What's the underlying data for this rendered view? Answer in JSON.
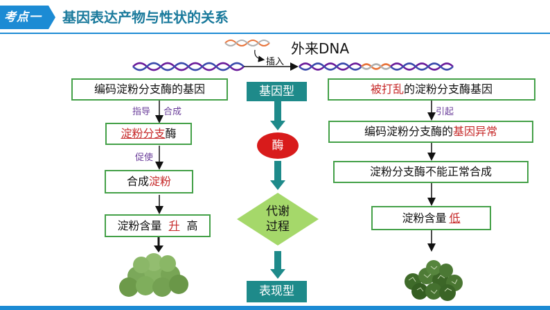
{
  "header": {
    "badge": "考点一",
    "title": "基因表达产物与性状的关系"
  },
  "dna": {
    "foreign_label": "外来DNA",
    "insert_label": "插入"
  },
  "left": {
    "box1": "编码淀粉分支酶的基因",
    "guide": "指导",
    "synth": "合成",
    "box2_part1": "淀粉分支",
    "box2_part2": "酶",
    "promote": "促使",
    "box3_part1": "合成",
    "box3_part2": "淀粉",
    "box4_part1": "淀粉含量",
    "box4_part2": "升",
    "box4_part3": "高"
  },
  "center": {
    "genotype": "基因型",
    "enzyme": "酶",
    "metabolism_line1": "代谢",
    "metabolism_line2": "过程",
    "phenotype": "表现型"
  },
  "right": {
    "box1_part1": "被打乱",
    "box1_part2": "的淀粉分支酶基因",
    "cause": "引起",
    "box2_part1": "编码淀粉分支酶的",
    "box2_part2": "基因异常",
    "box3": "淀粉分支酶不能正常合成",
    "box4_part1": "淀粉含量",
    "box4_part2": "低"
  },
  "colors": {
    "accent": "#1c8bd4",
    "title": "#1a7a9c",
    "box_border": "#43a047",
    "teal": "#1e8a8a",
    "highlight": "#c62828",
    "enzyme_red": "#d81b1b",
    "diamond": "#a5d86a"
  }
}
